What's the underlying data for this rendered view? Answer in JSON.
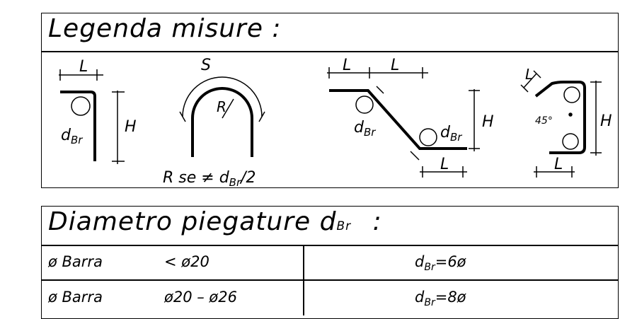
{
  "legend": {
    "title": "Legenda misure :",
    "labels": {
      "L": "L",
      "H": "H",
      "S": "S",
      "R": "R",
      "d": "d",
      "Br": "Br",
      "angle": "45°",
      "note_prefix": "R se ≠ d",
      "note_suffix": "/2"
    }
  },
  "bend_table": {
    "title_main": "Diametro piegature d",
    "title_sub": "Br",
    "title_colon": ":",
    "rows": [
      {
        "label": "ø Barra",
        "range": "< ø20",
        "value_pre": "d",
        "value_sub": "Br",
        "value_post": "=6ø"
      },
      {
        "label": "ø Barra",
        "range": "ø20 – ø26",
        "value_pre": "d",
        "value_sub": "Br",
        "value_post": "=8ø"
      }
    ]
  }
}
